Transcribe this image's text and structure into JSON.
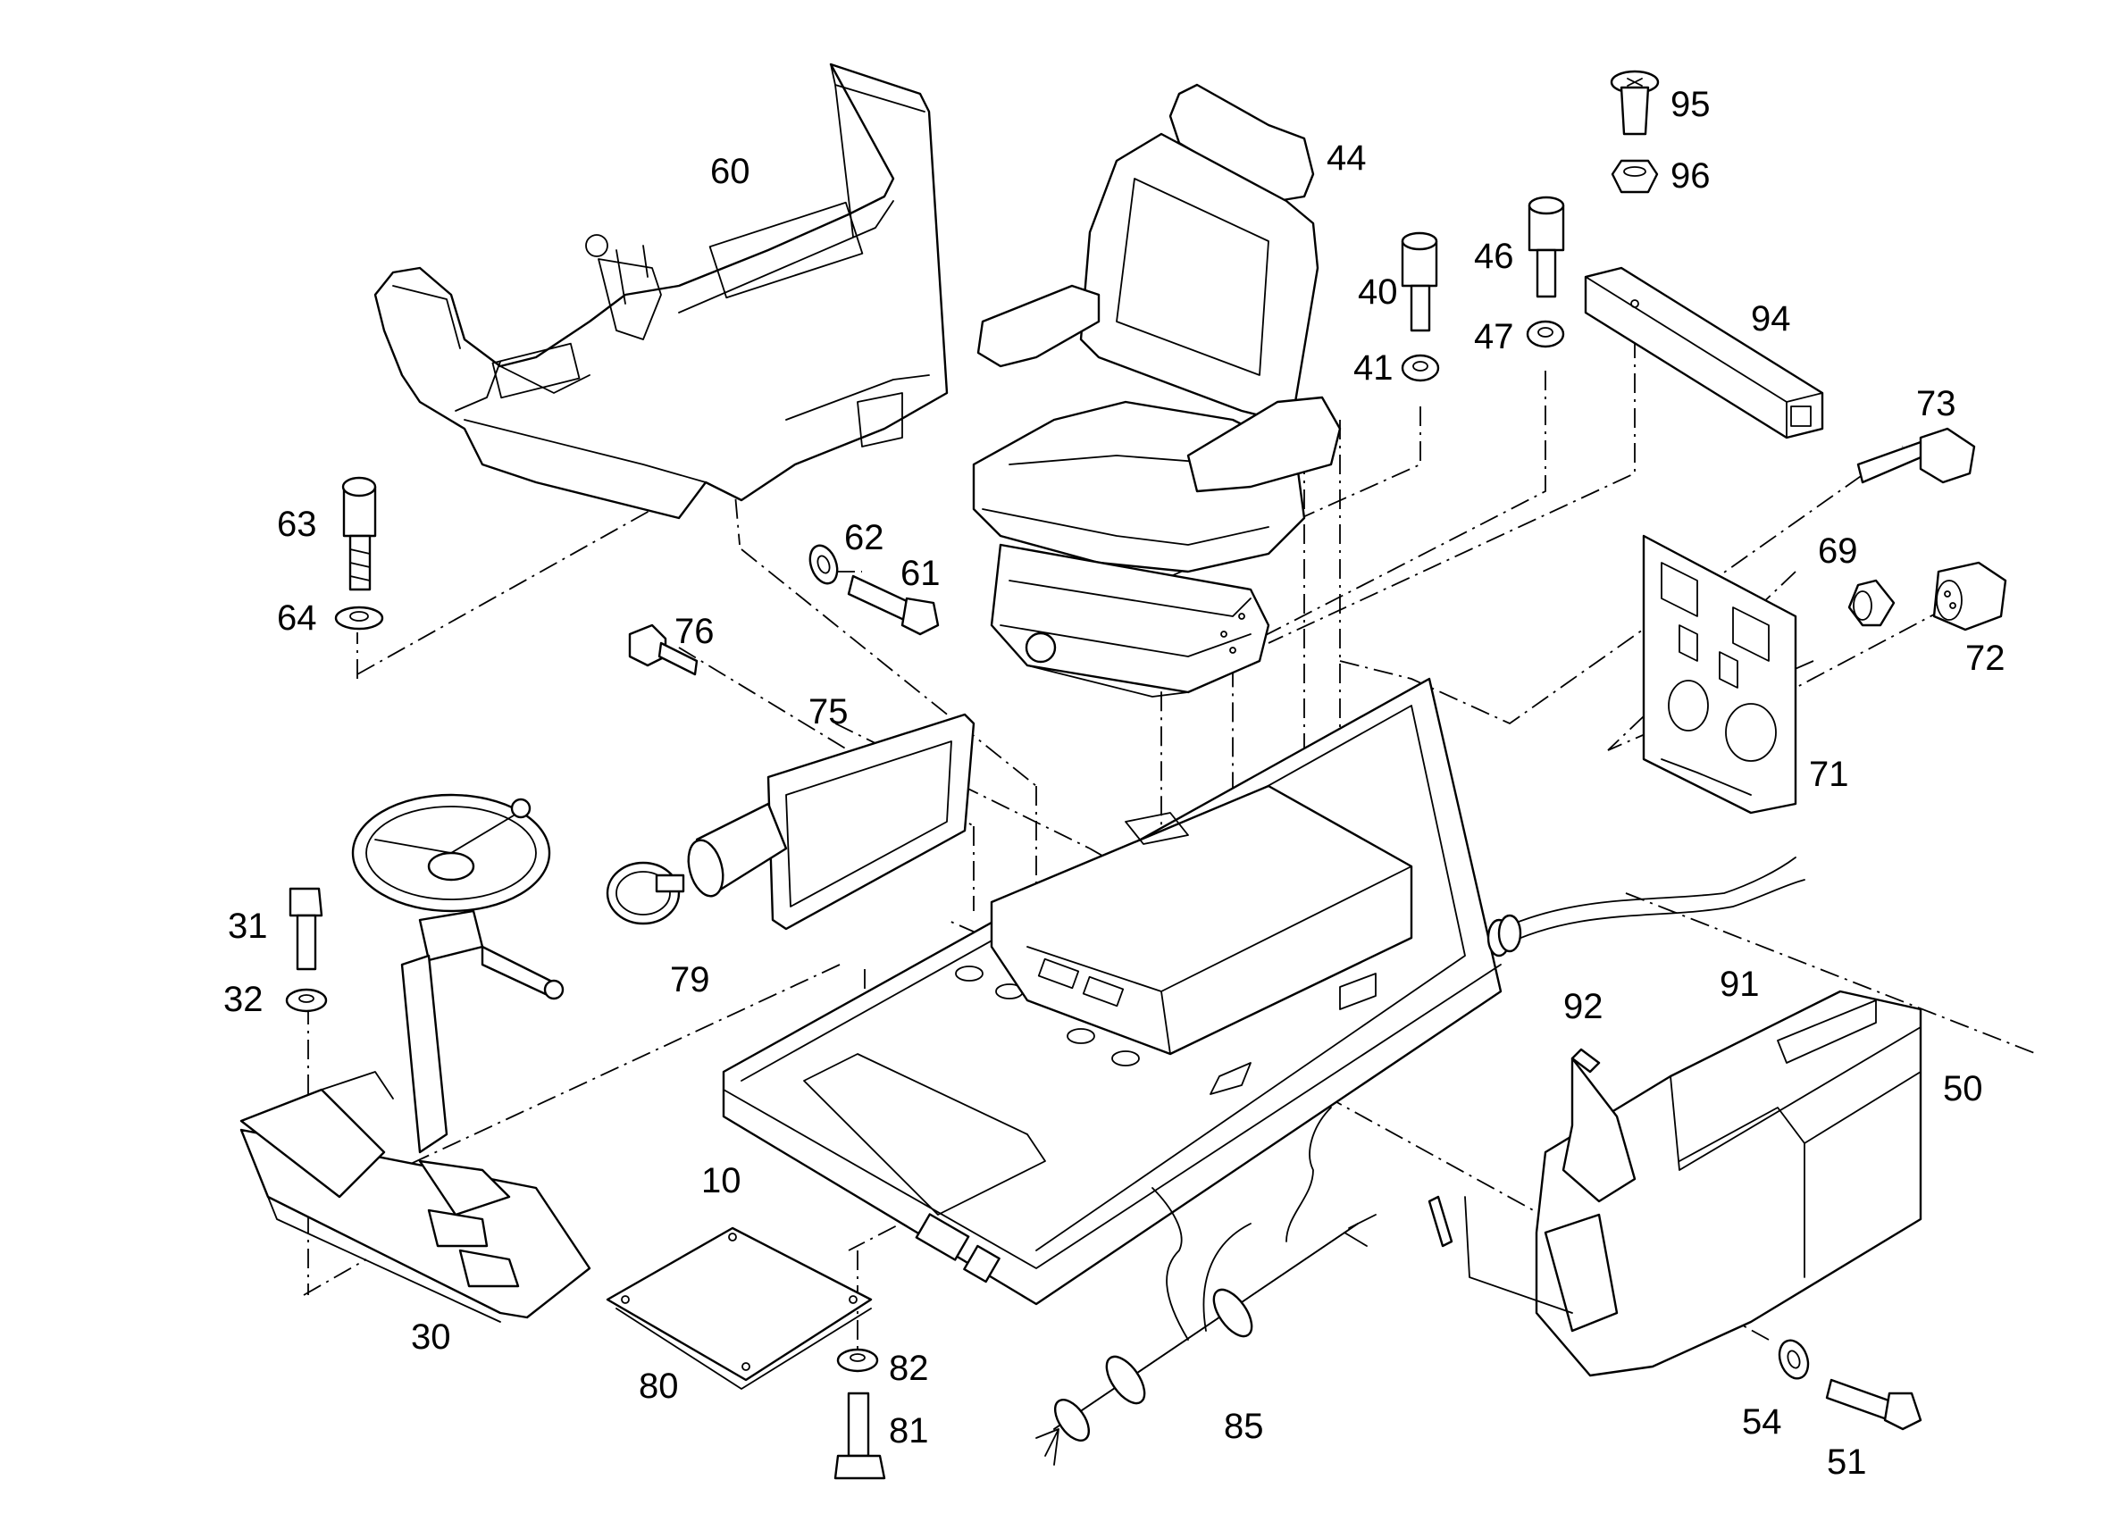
{
  "diagram": {
    "callouts": {
      "c10": "10",
      "c30": "30",
      "c31": "31",
      "c32": "32",
      "c40": "40",
      "c41": "41",
      "c44": "44",
      "c46": "46",
      "c47": "47",
      "c50": "50",
      "c51": "51",
      "c54": "54",
      "c60": "60",
      "c61": "61",
      "c62": "62",
      "c63": "63",
      "c64": "64",
      "c69": "69",
      "c71": "71",
      "c72": "72",
      "c73": "73",
      "c75": "75",
      "c76": "76",
      "c79": "79",
      "c80": "80",
      "c81": "81",
      "c82": "82",
      "c85": "85",
      "c91": "91",
      "c92": "92",
      "c94": "94",
      "c95": "95",
      "c96": "96"
    },
    "colors": {
      "line": "#000000",
      "background": "#ffffff"
    }
  }
}
